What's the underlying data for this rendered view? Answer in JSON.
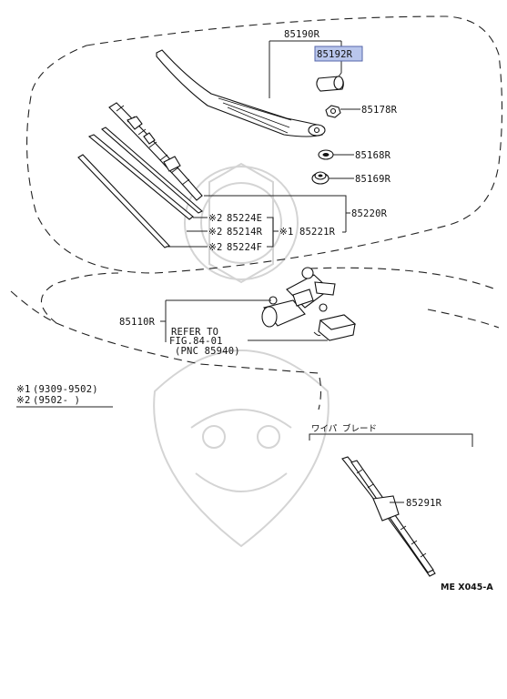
{
  "labels": {
    "p85190r": "85190R",
    "p85192r": "85192R",
    "p85178r": "85178R",
    "p85168r": "85168R",
    "p85169r": "85169R",
    "p85220r": "85220R",
    "p85224e": "85224E",
    "p85214r": "85214R",
    "p85224f": "85224F",
    "p85221r": "85221R",
    "p85110r": "85110R",
    "p85291r": "85291R",
    "ref_line1": "REFER TO",
    "ref_line2": "FIG.84-01",
    "ref_line3": "(PNC 85940)",
    "mark_x2": "※2",
    "mark_x1": "※1",
    "wiper_blade_jp": "ワイパ ブレード",
    "diagram_code": "ME X045-A"
  },
  "legend": [
    {
      "mark": "※1",
      "range": "(9309-9502)"
    },
    {
      "mark": "※2",
      "range": "(9502-      )"
    }
  ],
  "highlight_color": "#b9c6ec"
}
